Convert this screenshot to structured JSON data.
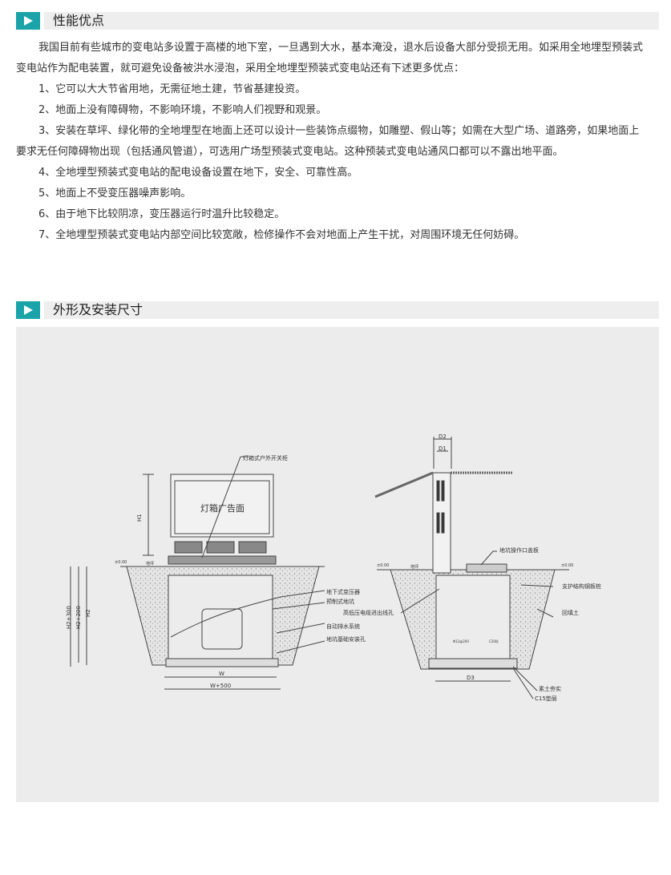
{
  "section1": {
    "title": "性能优点",
    "paragraphs": [
      "我国目前有些城市的变电站多设置于高楼的地下室，一旦遇到大水，基本淹没，退水后设备大部分受损无用。如采用全地埋型预装式",
      "变电站作为配电装置，就可避免设备被洪水浸泡，采用全地埋型预装式变电站还有下述更多优点：",
      "1、它可以大大节省用地，无需征地土建，节省基建投资。",
      "2、地面上没有障碍物，不影响环境，不影响人们视野和观景。",
      "3、安装在草坪、绿化带的全地埋型在地面上还可以设计一些装饰点缀物，如雕塑、假山等；如需在大型广场、道路旁，如果地面上",
      "要求无任何障碍物出现（包括通风管道），可选用广场型预装式变电站。这种预装式变电站通风口都可以不露出地平面。",
      "4、全地埋型预装式变电站的配电设备设置在地下，安全、可靠性高。",
      "5、地面上不受变压器噪声影响。",
      "6、由于地下比较阴凉，变压器运行时温升比较稳定。",
      "7、全地埋型预装式变电站内部空间比较宽敞，检修操作不会对地面上产生干扰，对周围环境无任何妨碍。"
    ]
  },
  "section2": {
    "title": "外形及安装尺寸"
  },
  "diagram": {
    "left": {
      "cabinet": "灯箱式户外开关柜",
      "ad": "灯箱广告面",
      "h1": "H1",
      "h2": "H2",
      "h2a": "H2+200",
      "h2b": "H2+300",
      "w": "W",
      "w500": "W+500",
      "transformer": "地下式变压器",
      "pit": "预制式地坑",
      "cable": "高低压电缆进出线孔",
      "drain": "自动排水系统",
      "hole": "地坑基础安装孔",
      "zero": "±0.00",
      "floor": "地坪"
    },
    "right": {
      "d1": "D1",
      "d2": "D2",
      "d3": "D3",
      "cover": "地坑操作口盖板",
      "pile": "支护结构钢板桩",
      "backfill": "回填土",
      "soil": "素土夯实",
      "c15": "C15垫层",
      "rebar": "Φ12@200",
      "c20": "C20砼",
      "zero": "±0.00",
      "floor": "地坪"
    }
  },
  "colors": {
    "accent": "#1aa3a8"
  }
}
